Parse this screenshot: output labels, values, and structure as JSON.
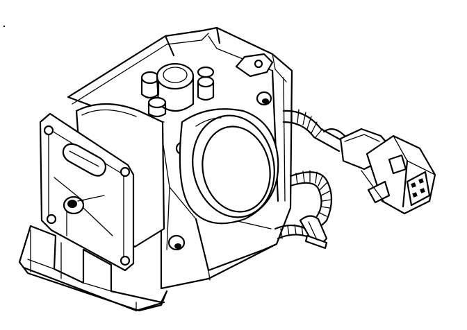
{
  "figure": {
    "subject": "throttle-body-assembly",
    "style": "monochrome line drawing",
    "colors": {
      "ink": "#000000",
      "paper": "#ffffff"
    },
    "parts": [
      "throttle-body-housing",
      "throttle-bore",
      "idle-air-control-motor",
      "mounting-flange",
      "wire-harness",
      "electrical-connector",
      "coolant-hose",
      "hose-clamp",
      "mounting-bolts",
      "port-cluster"
    ]
  }
}
